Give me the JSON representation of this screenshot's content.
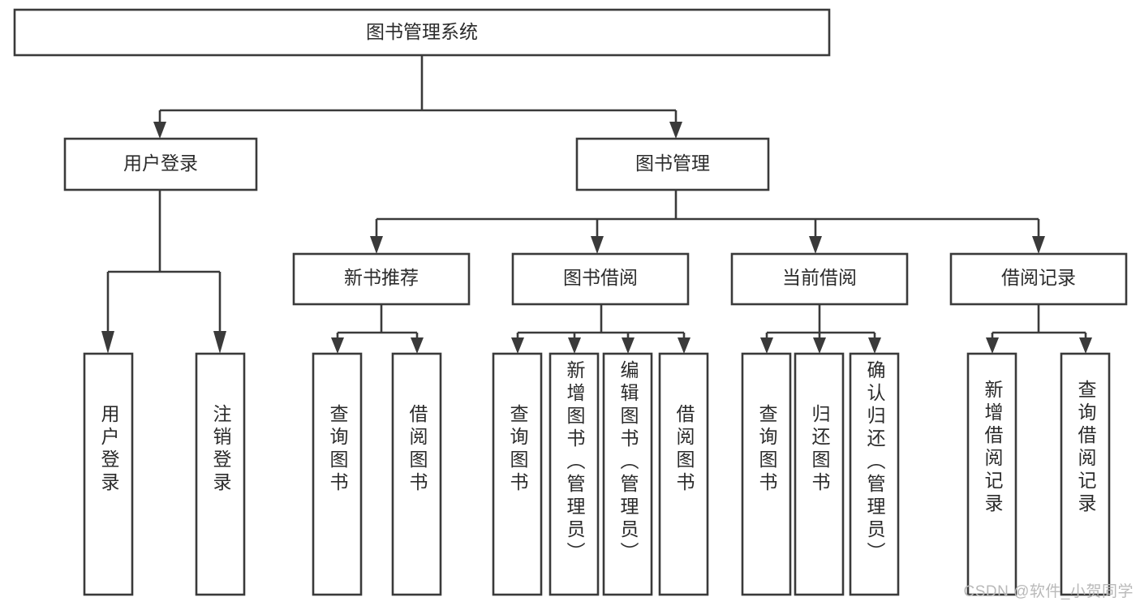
{
  "diagram": {
    "title_node": {
      "label": "图书管理系统"
    },
    "level2": [
      {
        "id": "user-login",
        "label": "用户登录"
      },
      {
        "id": "book-management",
        "label": "图书管理"
      }
    ],
    "level3": [
      {
        "id": "new-book-recommend",
        "label": "新书推荐"
      },
      {
        "id": "book-borrow",
        "label": "图书借阅"
      },
      {
        "id": "current-borrow",
        "label": "当前借阅"
      },
      {
        "id": "borrow-record",
        "label": "借阅记录"
      }
    ],
    "leaves": {
      "user_login": [
        {
          "id": "leaf-user-login",
          "label": "用户登录"
        },
        {
          "id": "leaf-logout-login",
          "label": "注销登录"
        }
      ],
      "new_book_recommend": [
        {
          "id": "leaf-query-book-1",
          "label": "查询图书"
        },
        {
          "id": "leaf-borrow-book-1",
          "label": "借阅图书"
        }
      ],
      "book_borrow": [
        {
          "id": "leaf-query-book-2",
          "label": "查询图书"
        },
        {
          "id": "leaf-add-book",
          "label": "新增图书（管理员）"
        },
        {
          "id": "leaf-edit-book",
          "label": "编辑图书（管理员）"
        },
        {
          "id": "leaf-borrow-book-2",
          "label": "借阅图书"
        }
      ],
      "current_borrow": [
        {
          "id": "leaf-query-book-3",
          "label": "查询图书"
        },
        {
          "id": "leaf-return-book",
          "label": "归还图书"
        },
        {
          "id": "leaf-confirm-return",
          "label": "确认归还（管理员）"
        }
      ],
      "borrow_record": [
        {
          "id": "leaf-add-record",
          "label": "新增借阅记录"
        },
        {
          "id": "leaf-query-record",
          "label": "查询借阅记录"
        }
      ]
    },
    "colors": {
      "box_stroke": "#3a3a3a",
      "box_fill": "#ffffff",
      "text": "#2b2b2b",
      "background": "#ffffff",
      "watermark": "#b9b9b9"
    }
  },
  "watermark": {
    "text": "CSDN @软件_小贺同学"
  }
}
